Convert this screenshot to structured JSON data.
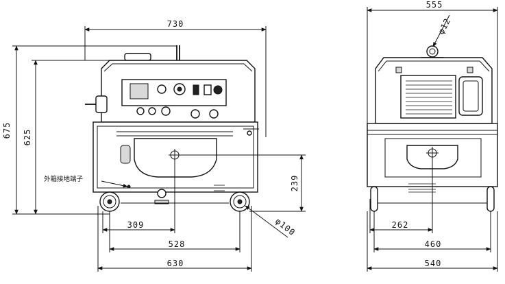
{
  "front_view": {
    "dims": {
      "width_top": "730",
      "height_total": "675",
      "height_body": "625",
      "height_handle": "239",
      "offset_left": "309",
      "diameter_wheel": "φ100",
      "span_wheels": "528",
      "width_base": "630"
    },
    "label_ground_terminal": "外箱接地端子"
  },
  "side_view": {
    "dims": {
      "width_top": "555",
      "diameter_lift": "φ12",
      "offset_center": "262",
      "width_wheels": "460",
      "width_base": "540"
    }
  },
  "colors": {
    "line": "#111111",
    "background": "#ffffff"
  }
}
